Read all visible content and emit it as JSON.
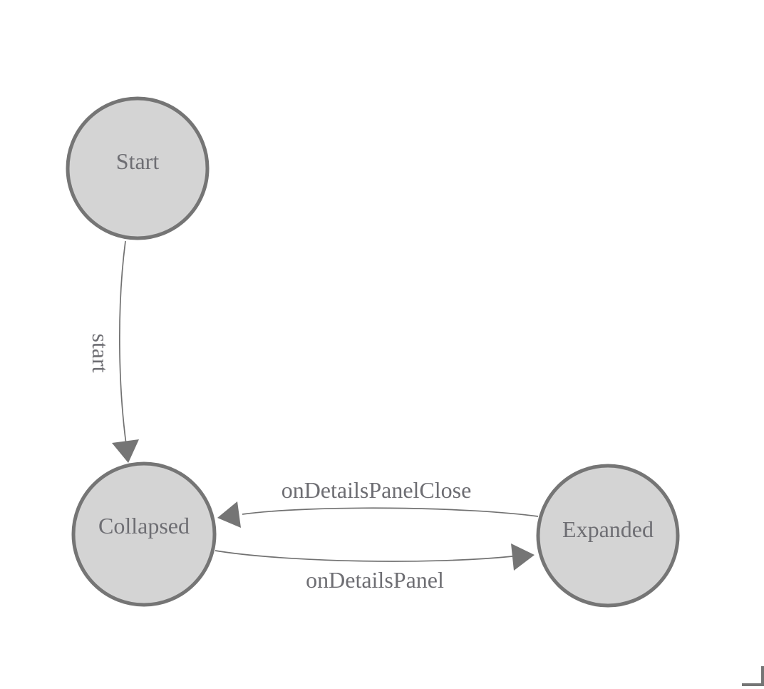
{
  "canvas": {
    "background_color": "#ffffff",
    "corner_mark_color": "#757575"
  },
  "diagram": {
    "type": "state-machine",
    "node_fill_color": "#d4d4d4",
    "node_stroke_color": "#757575",
    "edge_color": "#717171",
    "label_color": "#6e6e73",
    "states": [
      {
        "id": "start",
        "label": "Start"
      },
      {
        "id": "collapsed",
        "label": "Collapsed"
      },
      {
        "id": "expanded",
        "label": "Expanded"
      }
    ],
    "transitions": [
      {
        "from": "start",
        "to": "collapsed",
        "label": "start"
      },
      {
        "from": "expanded",
        "to": "collapsed",
        "label": "onDetailsPanelClose"
      },
      {
        "from": "collapsed",
        "to": "expanded",
        "label": "onDetailsPanel"
      }
    ]
  }
}
